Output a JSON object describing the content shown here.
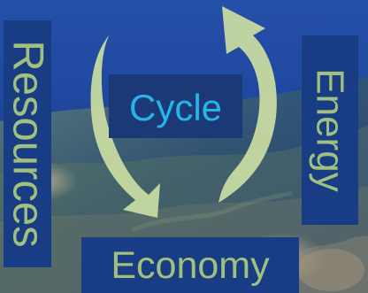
{
  "diagram": {
    "center_label": "Cycle",
    "left_label": "Resources",
    "right_label": "Energy",
    "bottom_label": "Economy"
  },
  "colors": {
    "background_blue": "#1f3f86",
    "box_blue": "#193d85",
    "center_box_blue": "#1b3977",
    "label_green": "#9fc07e",
    "center_text_blue": "#27b4e9",
    "arrow_green": "#c6d9a1"
  }
}
